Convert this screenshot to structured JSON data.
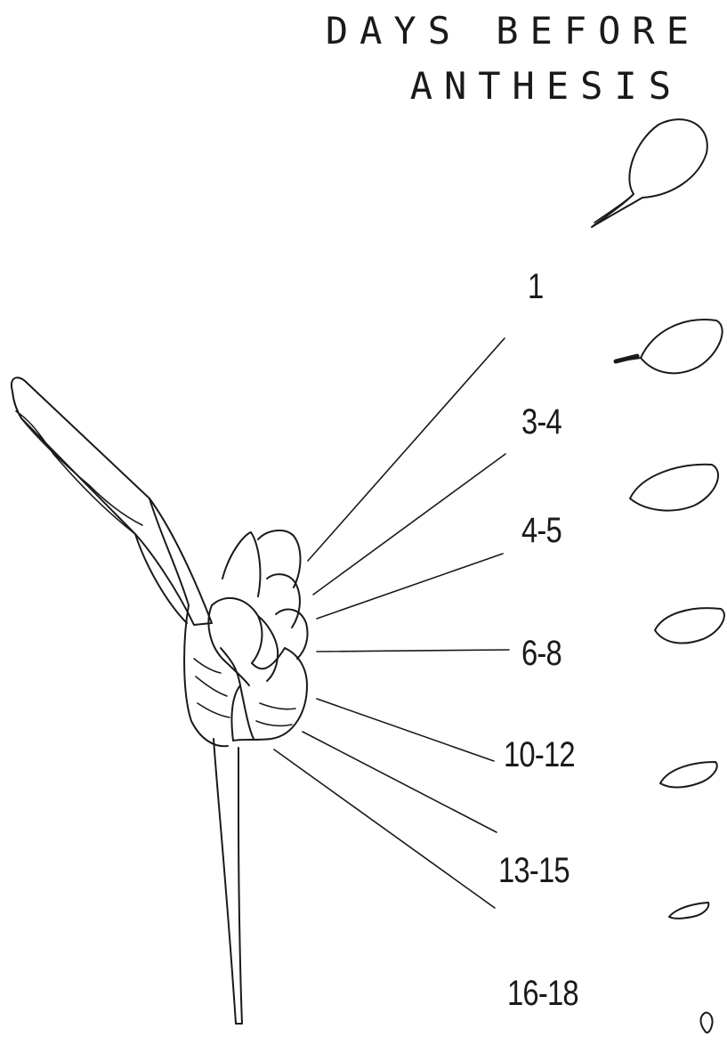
{
  "heading": {
    "line1": "DAYS BEFORE",
    "line2": "ANTHESIS"
  },
  "stages": [
    {
      "label": "1"
    },
    {
      "label": "3-4"
    },
    {
      "label": "4-5"
    },
    {
      "label": "6-8"
    },
    {
      "label": "10-12"
    },
    {
      "label": "13-15"
    },
    {
      "label": "16-18"
    }
  ],
  "colors": {
    "ink": "#1a1a1a",
    "paper": "#ffffff"
  }
}
